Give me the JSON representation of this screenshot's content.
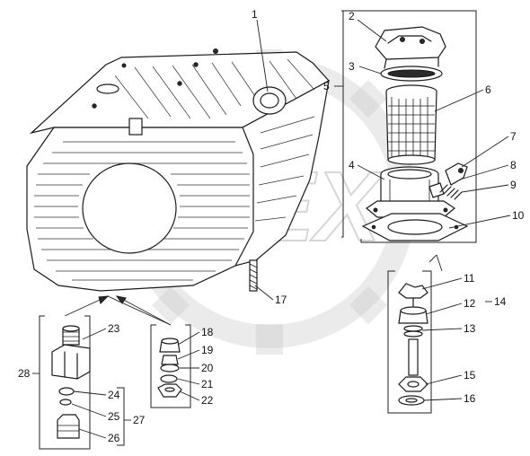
{
  "diagram": {
    "part_numbers": [
      "1",
      "2",
      "3",
      "4",
      "5",
      "6",
      "7",
      "8",
      "9",
      "10",
      "11",
      "12",
      "13",
      "14",
      "15",
      "16",
      "17",
      "18",
      "19",
      "20",
      "21",
      "22",
      "23",
      "24",
      "25",
      "26",
      "27",
      "28"
    ],
    "watermark": {
      "brand": "OPEX"
    },
    "colors": {
      "ink": "#1b1b1b",
      "paper": "#ffffff",
      "watermark": "#9a9a9a"
    }
  }
}
